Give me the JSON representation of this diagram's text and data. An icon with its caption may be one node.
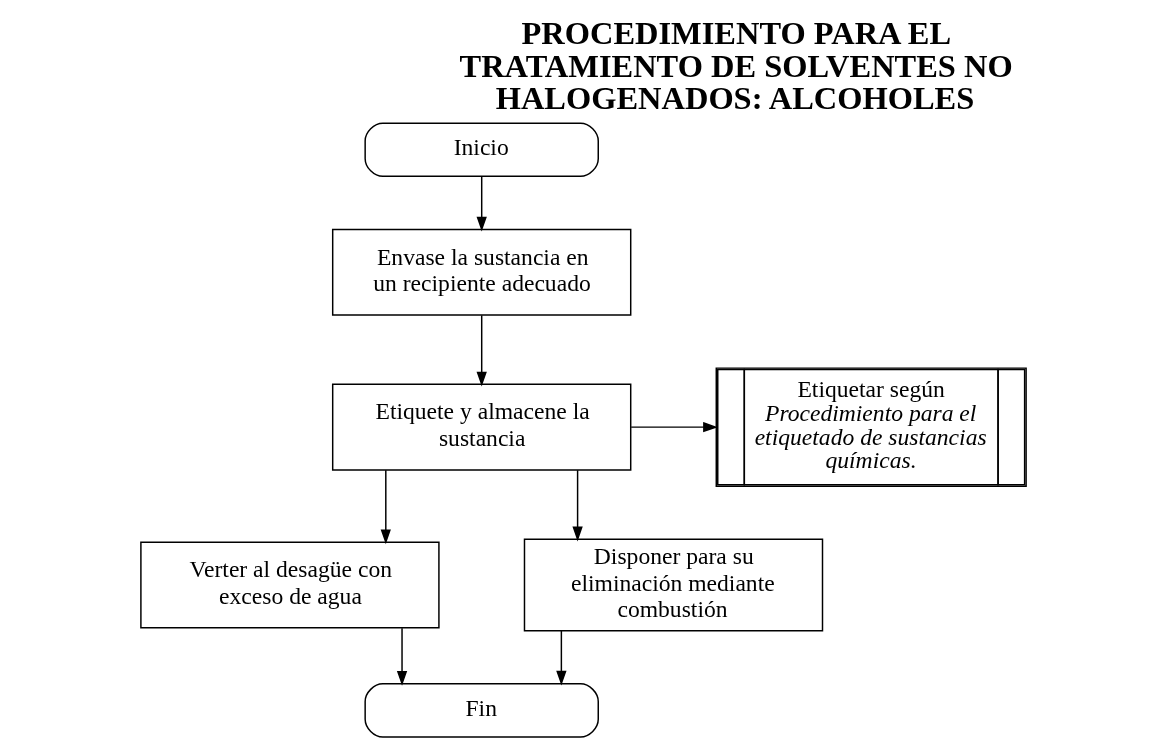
{
  "diagram": {
    "title": "PROCEDIMIENTO PARA EL TRATAMIENTO DE SOLVENTES NO HALOGENADOS: ALCOHOLES",
    "nodes": [
      {
        "text": [
          "Inicio"
        ]
      },
      {
        "text": [
          "Envase la sustancia en un recipiente adecuado"
        ]
      },
      {
        "text": [
          "Etiquete y almacene la sustancia"
        ]
      },
      {
        "text": [
          "Etiquetar según *Procedimiento para el etiquetado de sustancias químicas.*"
        ]
      },
      {
        "text": [
          "Verter al desagüe con exceso de agua"
        ]
      },
      {
        "text": [
          "Disponer para su eliminación mediante combustión"
        ]
      },
      {
        "text": [
          "Fin"
        ]
      }
    ],
    "edges": [
      {
        "from": 0,
        "to": 1,
        "arrow": "to"
      },
      {
        "from": 1,
        "to": 2,
        "arrow": "to"
      },
      {
        "from": 2,
        "to": 3,
        "arrow": "to"
      },
      {
        "from": 2,
        "to": 4,
        "arrow": "to"
      },
      {
        "from": 2,
        "to": 5,
        "arrow": "to"
      },
      {
        "from": 4,
        "to": 6,
        "arrow": "to"
      },
      {
        "from": 5,
        "to": 6,
        "arrow": "to"
      }
    ]
  }
}
